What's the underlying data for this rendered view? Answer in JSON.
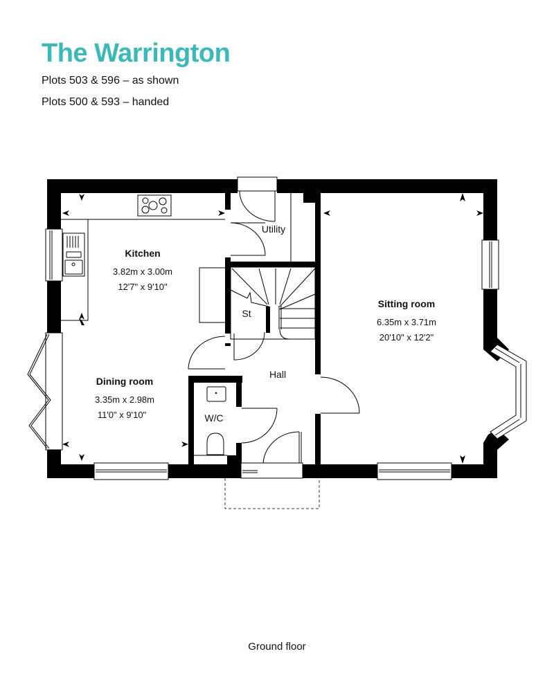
{
  "header": {
    "title": "The Warrington",
    "plots_as_shown": "Plots 503 & 596 – as shown",
    "plots_handed": "Plots 500 & 593 – handed"
  },
  "colors": {
    "title": "#3bb8b8",
    "walls": "#000000",
    "text": "#111111"
  },
  "floorplan": {
    "floor_label": "Ground floor",
    "rooms": [
      {
        "name": "Kitchen",
        "metric": "3.82m x 3.00m",
        "imperial": "12'7\" x 9'10\""
      },
      {
        "name": "Dining room",
        "metric": "3.35m x 2.98m",
        "imperial": "11'0\" x 9'10\""
      },
      {
        "name": "Sitting room",
        "metric": "6.35m x 3.71m",
        "imperial": "20'10\" x 12'2\""
      },
      {
        "name": "Utility"
      },
      {
        "name": "St"
      },
      {
        "name": "Hall"
      },
      {
        "name": "W/C"
      }
    ]
  }
}
